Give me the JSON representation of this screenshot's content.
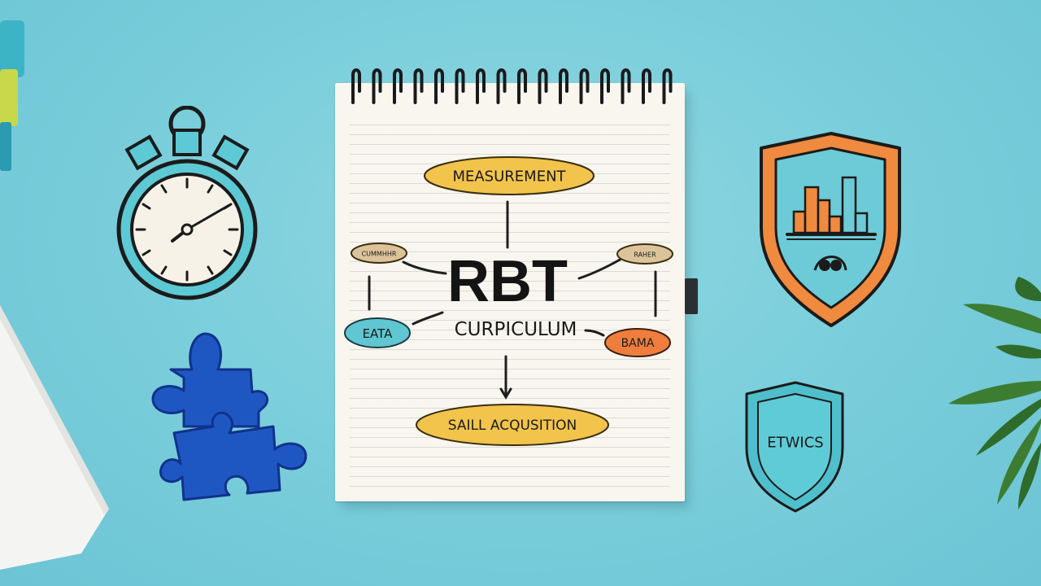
{
  "notebook": {
    "title": "RBT",
    "subtitle": "CURPICULUM",
    "nodes": {
      "top": "MEASUREMENT",
      "bottom": "SAILL ACQUSITION",
      "left_upper": "CUMMHHR",
      "right_upper": "RAHER",
      "left_lower": "EATA",
      "right_lower": "BAMA"
    }
  },
  "ethics_shield": {
    "label": "ETWICS"
  },
  "colors": {
    "background": "#7ccfdc",
    "yellow_pill": "#f2c44c",
    "teal_pill": "#5fc6d2",
    "orange_pill": "#ef7e3e",
    "tan_pill": "#dcc39a",
    "puzzle_blue": "#1f57c2",
    "shield_orange": "#f08a3e",
    "shield_teal": "#4fbfcc",
    "leaf_green": "#2f6b2a"
  }
}
